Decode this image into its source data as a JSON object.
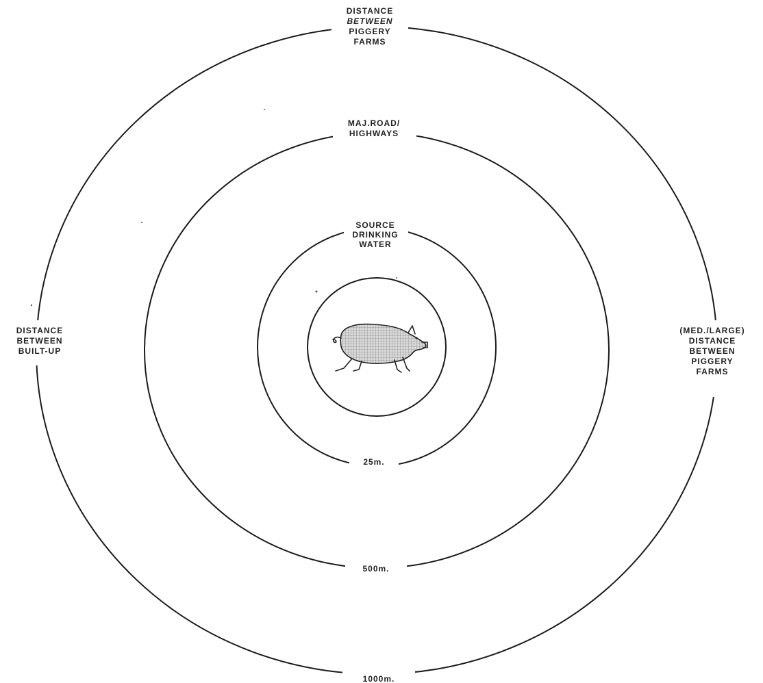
{
  "diagram": {
    "type": "concentric-buffer-zones",
    "center_icon": "pig-icon",
    "rings": [
      {
        "id": "ring-1",
        "label_top": "",
        "label_bottom": ""
      },
      {
        "id": "ring-2",
        "label_top": [
          "SOURCE",
          "DRINKING",
          "WATER"
        ],
        "label_bottom": "25m."
      },
      {
        "id": "ring-3",
        "label_top": [
          "MAJ.ROAD/",
          "HIGHWAYS"
        ],
        "label_bottom": "500m."
      },
      {
        "id": "ring-4",
        "label_top": [
          "DISTANCE",
          "BETWEEN",
          "PIGGERY",
          "FARMS"
        ],
        "label_bottom": "1000m.",
        "label_left": [
          "DISTANCE",
          "BETWEEN",
          "BUILT-UP"
        ],
        "label_right": [
          "(MED./LARGE)",
          "DISTANCE",
          "BETWEEN",
          "PIGGERY",
          "FARMS"
        ]
      }
    ],
    "colors": {
      "line": "#1b1b1b",
      "text": "#222222",
      "background": "#ffffff"
    }
  }
}
